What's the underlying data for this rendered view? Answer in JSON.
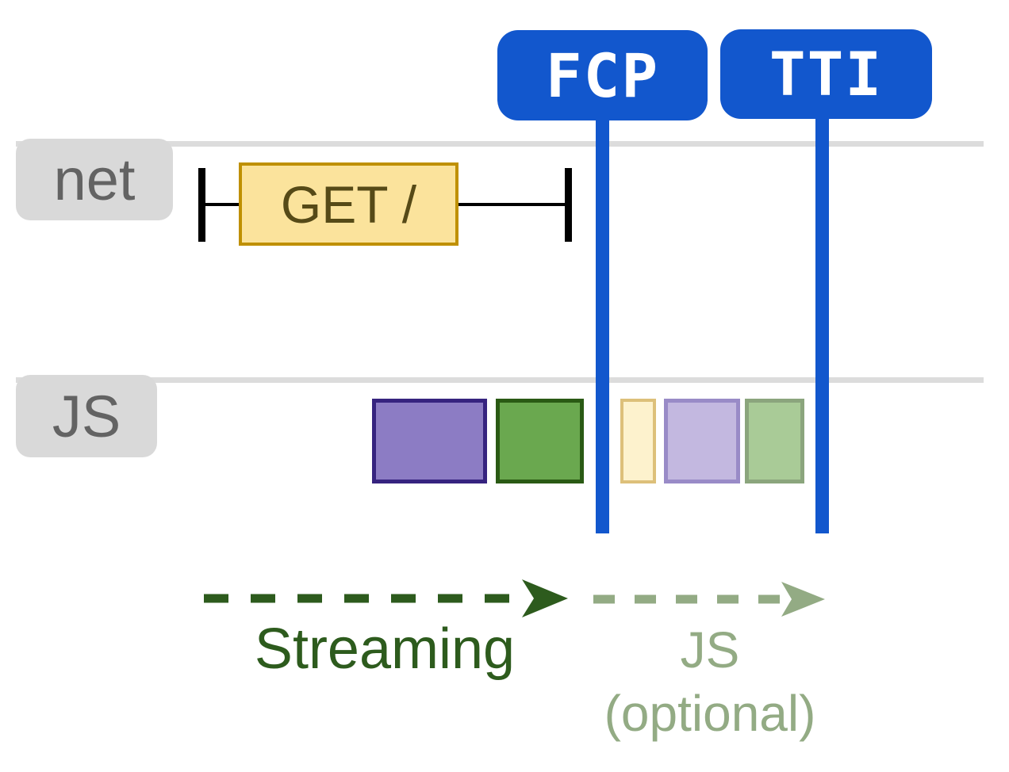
{
  "figure_title": "Streaming rendering timeline with FCP and TTI markers",
  "markers": [
    {
      "id": "fcp",
      "label": "FCP"
    },
    {
      "id": "tti",
      "label": "TTI"
    }
  ],
  "tracks": [
    {
      "id": "net",
      "label": "net"
    },
    {
      "id": "js",
      "label": "JS"
    }
  ],
  "net_request": {
    "label": "GET /"
  },
  "js_blocks": [
    {
      "name": "js-chunk-purple",
      "state": "executed"
    },
    {
      "name": "js-chunk-green",
      "state": "executed"
    },
    {
      "name": "js-chunk-faded-yellow",
      "state": "optional"
    },
    {
      "name": "js-chunk-faded-purple",
      "state": "optional"
    },
    {
      "name": "js-chunk-faded-green",
      "state": "optional"
    }
  ],
  "arrows": [
    {
      "id": "streaming",
      "label": "Streaming"
    },
    {
      "id": "js-optional",
      "label_line1": "JS",
      "label_line2": "(optional)"
    }
  ],
  "colors": {
    "accent-blue": "#1257cd",
    "marker-text": "#ffffff",
    "track-line": "#dcdcdc",
    "tab-bg": "#d9d9d9",
    "tab-text": "#636363",
    "tick-black": "#000000",
    "request-fill": "#fbe39c",
    "request-border": "#bf9000",
    "request-text": "#564a17",
    "chunk-purple-fill": "#8c7cc4",
    "chunk-purple-border": "#36237f",
    "chunk-green-fill": "#6aa84f",
    "chunk-green-border": "#2a5a14",
    "chunk-faded-yellow-fill": "#fdf2cd",
    "chunk-faded-yellow-border": "#ddc07a",
    "chunk-faded-purple-fill": "#c3b8e0",
    "chunk-faded-purple-border": "#998bc7",
    "chunk-faded-green-fill": "#a9cb97",
    "chunk-faded-green-border": "#8ba57d",
    "streaming-green": "#2d5b1d",
    "optional-sage": "#93ab84"
  }
}
